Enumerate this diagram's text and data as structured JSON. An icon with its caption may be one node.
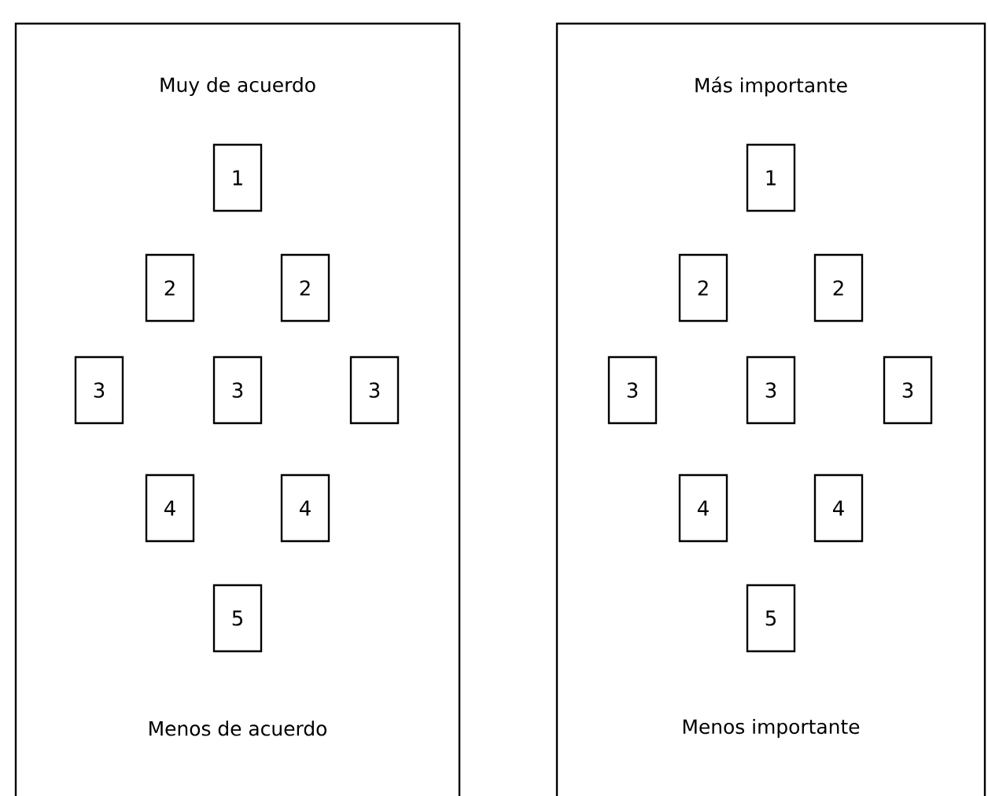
{
  "diagram": {
    "nodes": [
      {
        "text": [
          "Muy de acuerdo",
          "Menos de acuerdo"
        ]
      },
      {
        "text": [
          "1"
        ],
        "in": 0
      },
      {
        "text": [
          "2"
        ],
        "in": 0
      },
      {
        "text": [
          "2"
        ],
        "in": 0
      },
      {
        "text": [
          "3"
        ],
        "in": 0
      },
      {
        "text": [
          "3"
        ],
        "in": 0
      },
      {
        "text": [
          "3"
        ],
        "in": 0
      },
      {
        "text": [
          "4"
        ],
        "in": 0
      },
      {
        "text": [
          "4"
        ],
        "in": 0
      },
      {
        "text": [
          "5"
        ],
        "in": 0
      },
      {
        "text": [
          "Más importante",
          "Menos importante"
        ]
      },
      {
        "text": [
          "1"
        ],
        "in": 10
      },
      {
        "text": [
          "2"
        ],
        "in": 10
      },
      {
        "text": [
          "2"
        ],
        "in": 10
      },
      {
        "text": [
          "3"
        ],
        "in": 10
      },
      {
        "text": [
          "3"
        ],
        "in": 10
      },
      {
        "text": [
          "3"
        ],
        "in": 10
      },
      {
        "text": [
          "4"
        ],
        "in": 10
      },
      {
        "text": [
          "4"
        ],
        "in": 10
      },
      {
        "text": [
          "5"
        ],
        "in": 10
      }
    ]
  }
}
